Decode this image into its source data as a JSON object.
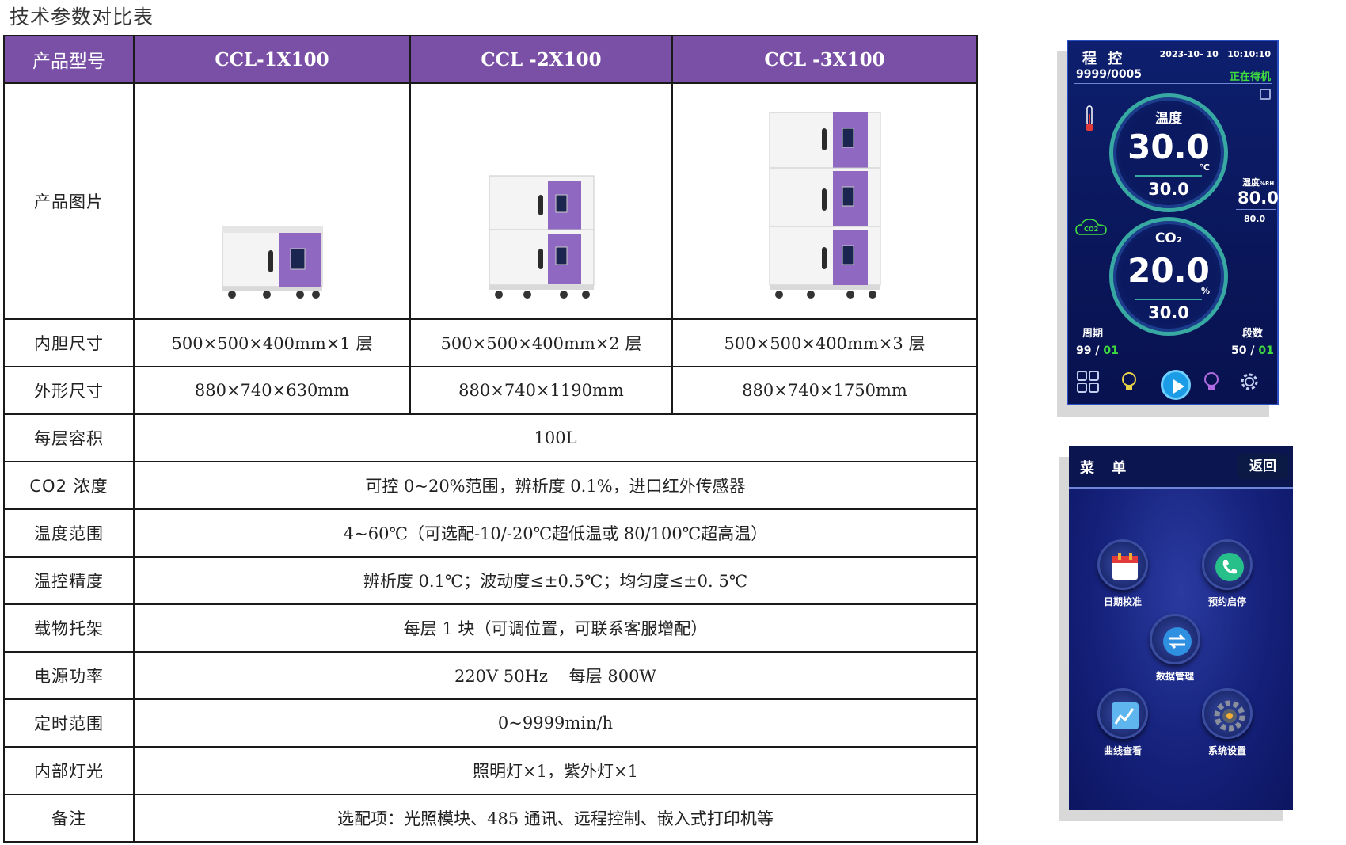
{
  "page_title": "技术参数对比表",
  "table": {
    "header": [
      "产品型号",
      "CCL-1X100",
      "CCL -2X100",
      "CCL -3X100"
    ],
    "image_row_label": "产品图片",
    "rows_split": [
      {
        "label": "内胆尺寸",
        "values": [
          "500×500×400mm×1 层",
          "500×500×400mm×2 层",
          "500×500×400mm×3 层"
        ]
      },
      {
        "label": "外形尺寸",
        "values": [
          "880×740×630mm",
          "880×740×1190mm",
          "880×740×1750mm"
        ]
      }
    ],
    "rows_merged": [
      {
        "label": "每层容积",
        "value": "100L"
      },
      {
        "label": "CO2 浓度",
        "value": "可控 0~20%范围，辨析度 0.1%，进口红外传感器"
      },
      {
        "label": "温度范围",
        "value": "4~60℃（可选配-10/-20℃超低温或 80/100℃超高温）"
      },
      {
        "label": "温控精度",
        "value": "辨析度 0.1℃；波动度≤±0.5℃；均匀度≤±0. 5℃"
      },
      {
        "label": "载物托架",
        "value": "每层 1 块（可调位置，可联系客服增配）"
      },
      {
        "label": "电源功率",
        "value": "220V 50Hz    每层 800W"
      },
      {
        "label": "定时范围",
        "value": "0~9999min/h"
      },
      {
        "label": "内部灯光",
        "value": "照明灯×1，紫外灯×1"
      },
      {
        "label": "备注",
        "value": "选配项：光照模块、485 通讯、远程控制、嵌入式打印机等"
      }
    ]
  },
  "control_screen": {
    "title": "程 控",
    "code": "9999/0005",
    "date": "2023-10- 10",
    "time": "10:10:10",
    "status": "正在待机",
    "temp_label": "温度",
    "temp_value": "30.0",
    "temp_unit": "℃",
    "temp_set": "30.0",
    "humidity_label": "湿度",
    "humidity_unit": "%RH",
    "humidity_value": "80.0",
    "humidity_set": "80.0",
    "co2_badge": "CO2",
    "co2_label": "CO₂",
    "co2_value": "20.0",
    "co2_unit": "%",
    "co2_set": "30.0",
    "cycle_label": "周期",
    "cycle_value": "99",
    "cycle_sub": "01",
    "segment_label": "段数",
    "segment_value": "50",
    "segment_sub": "01",
    "slash": " / "
  },
  "menu_screen": {
    "title": "菜 单",
    "back_label": "返回",
    "items": [
      "日期校准",
      "预约启停",
      "数据管理",
      "曲线查看",
      "系统设置"
    ]
  },
  "colors": {
    "header_purple": "#7a4fa6",
    "screen_blue": "#0d1f6e",
    "status_green": "#3fdc3f",
    "accent_teal": "#38a9a2"
  }
}
